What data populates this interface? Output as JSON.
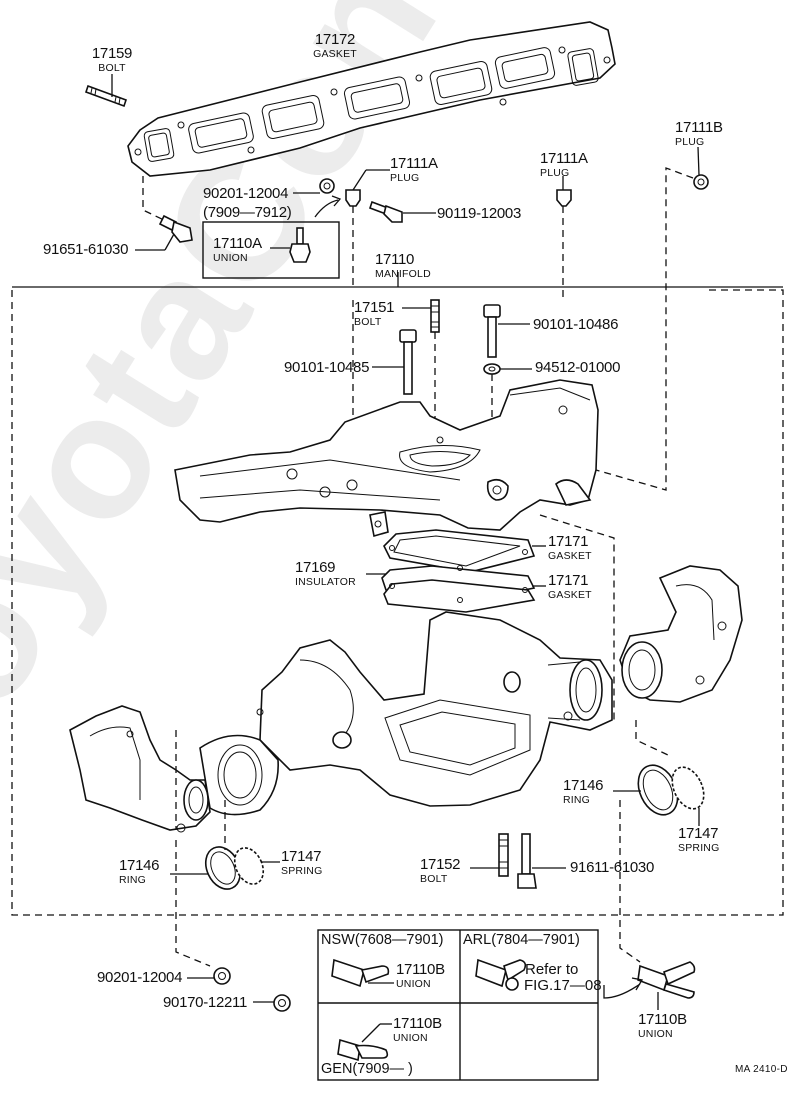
{
  "diagram": {
    "watermark": "ToyotaConnect.ru",
    "figure_code": "MA 2410-D",
    "callouts": {
      "bolt_17159": {
        "part_no": "17159",
        "name": "BOLT"
      },
      "gasket_17172": {
        "part_no": "17172",
        "name": "GASKET"
      },
      "plug_17111a_left": {
        "part_no": "17111A",
        "name": "PLUG"
      },
      "plug_17111a_right": {
        "part_no": "17111A",
        "name": "PLUG"
      },
      "plug_17111b": {
        "part_no": "17111B",
        "name": "PLUG"
      },
      "washer_90201_top": {
        "part_no": "90201-12004"
      },
      "plug_90119": {
        "part_no": "90119-12003"
      },
      "bolt_91651": {
        "part_no": "91651-61030"
      },
      "date_range_top": {
        "text": "(7909—7912)"
      },
      "union_17110a": {
        "part_no": "17110A",
        "name": "UNION"
      },
      "manifold_17110": {
        "part_no": "17110",
        "name": "MANIFOLD"
      },
      "bolt_17151": {
        "part_no": "17151",
        "name": "BOLT"
      },
      "bolt_90101_10486": {
        "part_no": "90101-10486"
      },
      "bolt_90101_10485": {
        "part_no": "90101-10485"
      },
      "washer_94512": {
        "part_no": "94512-01000"
      },
      "gasket_17171_upper": {
        "part_no": "17171",
        "name": "GASKET"
      },
      "gasket_17171_lower": {
        "part_no": "17171",
        "name": "GASKET"
      },
      "insulator_17169": {
        "part_no": "17169",
        "name": "INSULATOR"
      },
      "ring_17146_right": {
        "part_no": "17146",
        "name": "RING"
      },
      "spring_17147_right": {
        "part_no": "17147",
        "name": "SPRING"
      },
      "ring_17146_left": {
        "part_no": "17146",
        "name": "RING"
      },
      "spring_17147_left": {
        "part_no": "17147",
        "name": "SPRING"
      },
      "bolt_17152": {
        "part_no": "17152",
        "name": "BOLT"
      },
      "bolt_91611": {
        "part_no": "91611-61030"
      },
      "washer_90201_bottom": {
        "part_no": "90201-12004"
      },
      "nut_90170": {
        "part_no": "90170-12211"
      },
      "union_17110b_right": {
        "part_no": "17110B",
        "name": "UNION"
      }
    },
    "variant_table": {
      "nsw": {
        "header": "NSW(7608—7901)",
        "part_no": "17110B",
        "name": "UNION"
      },
      "arl": {
        "header": "ARL(7804—7901)",
        "note_line1": "Refer  to",
        "note_line2": "FIG.17—08"
      },
      "gen": {
        "footer": "GEN(7909—        )",
        "part_no": "17110B",
        "name": "UNION"
      }
    }
  }
}
